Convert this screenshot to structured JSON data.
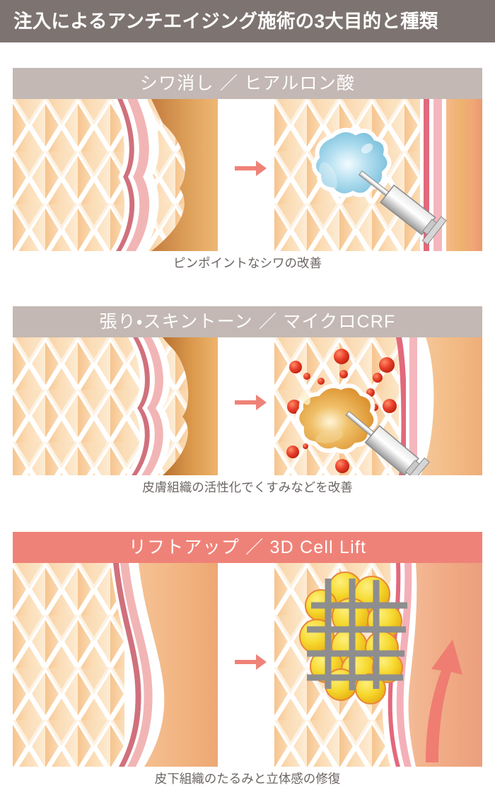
{
  "header": {
    "title": "注入によるアンチエイジング施術の3大目的と種類",
    "background_color": "#7d7471",
    "text_color": "#ffffff"
  },
  "page": {
    "background_color": "#ffffff",
    "caption_color": "#6c6663",
    "arrow_color": "#ef8278"
  },
  "sections": [
    {
      "id": "wrinkle-removal",
      "bar_label": "シワ消し ／ ヒアルロン酸",
      "bar_color": "#c3b8b3",
      "caption": "ピンポイントなシワの改善",
      "before_alt": "シワのある皮膚断面図",
      "after_alt": "ヒアルロン酸を注入した皮膚断面図",
      "filler_color": "#7ec4e0",
      "filler_name": "ヒアルロン酸"
    },
    {
      "id": "skin-tone",
      "bar_label": "張り・スキントーン ／ マイクロCRF",
      "bar_color": "#c3b8b3",
      "caption": "皮膚組織の活性化でくすみなどを改善",
      "before_alt": "くすみのある皮膚断面図",
      "after_alt": "マイクロCRFを注入した皮膚断面図",
      "filler_color": "#e8a33c",
      "cell_color": "#e03b22",
      "filler_name": "マイクロCRF"
    },
    {
      "id": "lift-up",
      "bar_label": "リフトアップ ／ 3D Cell Lift",
      "bar_color": "#ef8278",
      "caption": "皮下組織のたるみと立体感の修復",
      "before_alt": "たるんだ皮膚断面図",
      "after_alt": "3D Cell Liftで脂肪細胞と支持体を入れた皮膚断面図",
      "fat_cell_color": "#f5d634",
      "scaffold_color": "#8e8e8e",
      "lift_arrow_color": "#ef7d72",
      "filler_name": "3D Cell Lift"
    }
  ],
  "icons": {
    "arrow_right": "→",
    "syringe": "syringe-icon",
    "lift_arrow": "lift-arrow-icon"
  }
}
